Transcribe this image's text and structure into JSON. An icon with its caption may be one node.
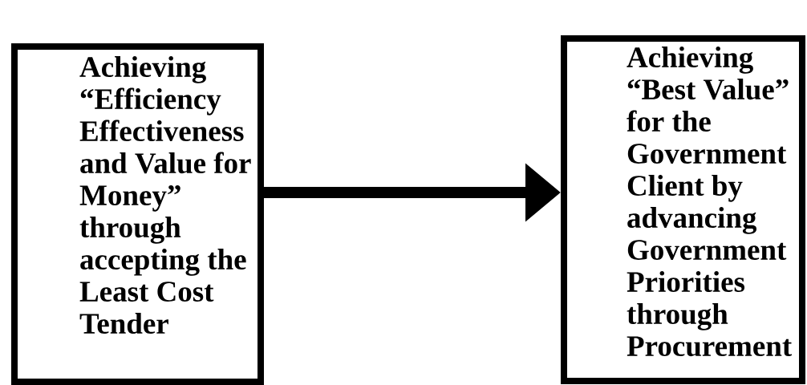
{
  "diagram": {
    "nodes": [
      {
        "text": [
          "Achieving “Efficiency Effectiveness and Value for Money” through accepting the Least Cost Tender"
        ]
      },
      {
        "text": [
          "Achieving “Best Value” for the Government Client by advancing Government Priorities through Procurement"
        ]
      }
    ],
    "edges": [
      {
        "from": 0,
        "to": 1,
        "arrow": "to"
      }
    ]
  }
}
